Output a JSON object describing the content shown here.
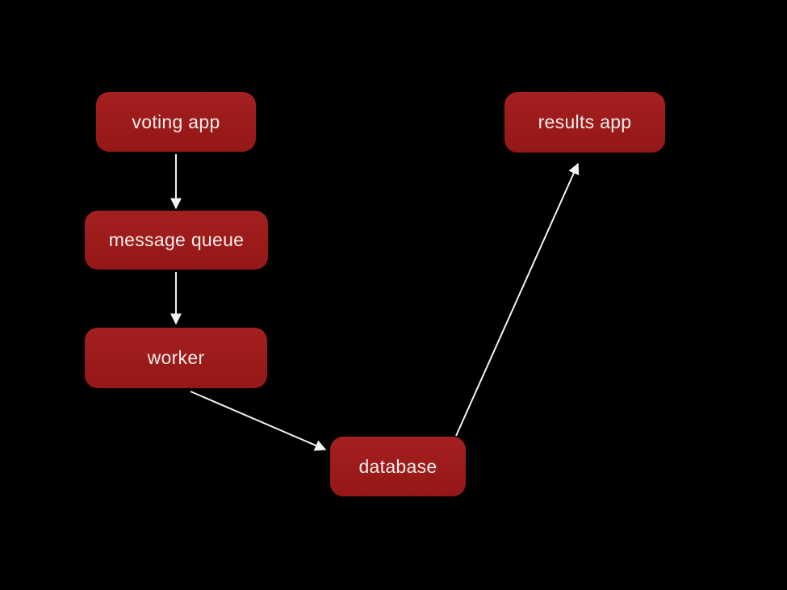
{
  "diagram": {
    "background_color": "#000000",
    "node_fill_color": "#9e1b1a",
    "node_text_color": "#f1edec",
    "arrow_color": "#f5f3f1",
    "nodes": [
      {
        "id": "voting-app",
        "label": "voting app"
      },
      {
        "id": "message-queue",
        "label": "message queue"
      },
      {
        "id": "worker",
        "label": "worker"
      },
      {
        "id": "database",
        "label": "database"
      },
      {
        "id": "results-app",
        "label": "results app"
      }
    ],
    "edges": [
      {
        "from": "voting-app",
        "to": "message-queue",
        "direction": "down"
      },
      {
        "from": "message-queue",
        "to": "worker",
        "direction": "down"
      },
      {
        "from": "worker",
        "to": "database",
        "direction": "down-right"
      },
      {
        "from": "database",
        "to": "results-app",
        "direction": "up-right"
      }
    ]
  }
}
